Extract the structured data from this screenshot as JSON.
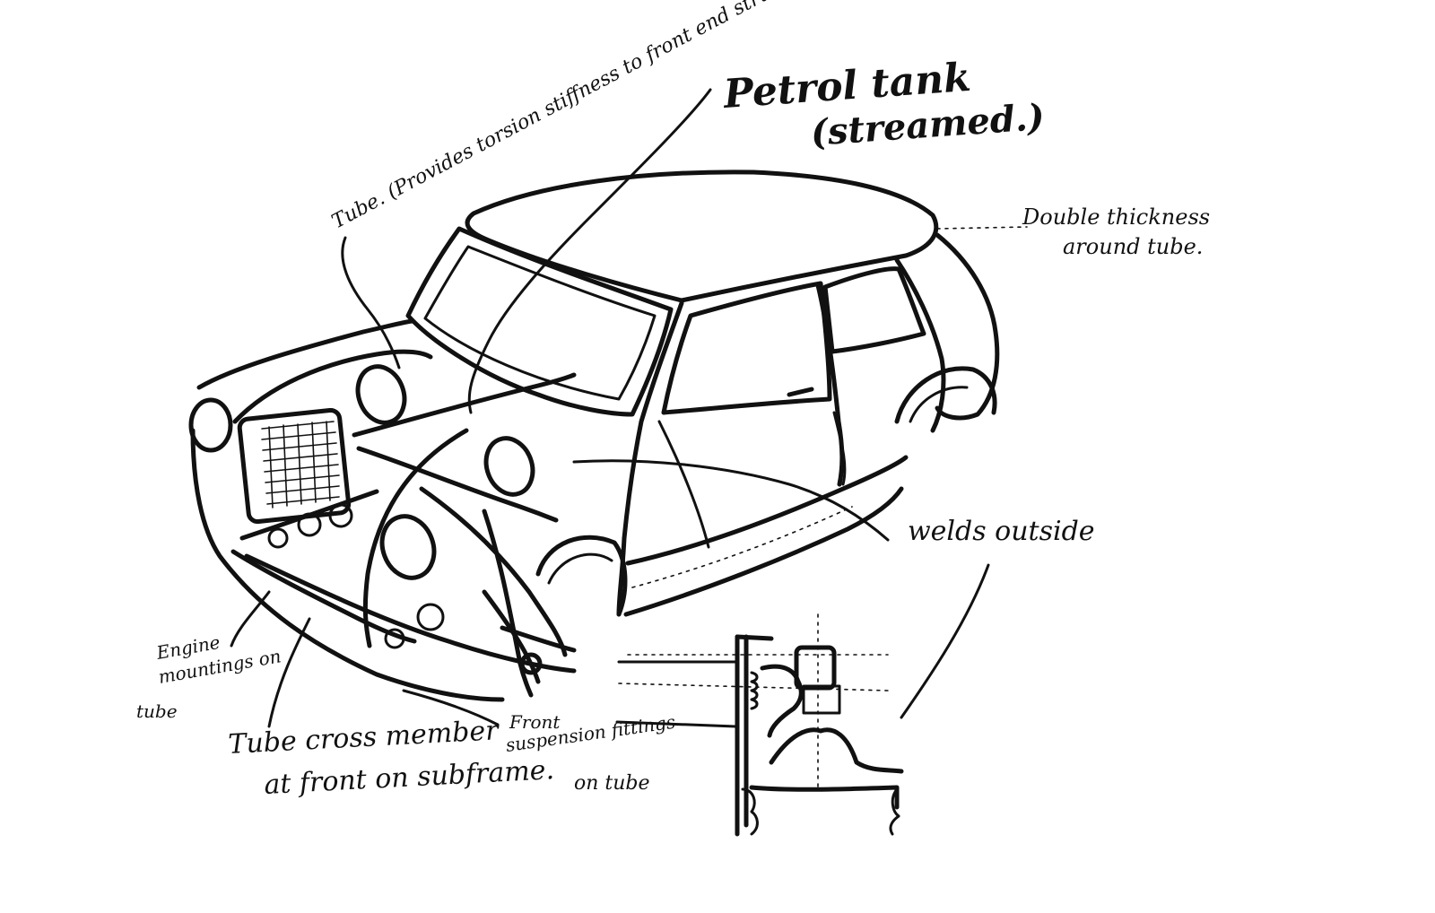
{
  "annotations": {
    "tube_top": "Tube. (Provides torsion stiffness to front end structure).",
    "petrol_tank_line1": "Petrol tank",
    "petrol_tank_line2": "(streamed.)",
    "double_thickness_line1": "Double thickness",
    "double_thickness_line2": "around tube.",
    "welds_outside": "welds outside",
    "engine_mounting_line1": "Engine",
    "engine_mounting_line2": "mountings on",
    "engine_mounting_line3": "tube",
    "tube_cross_member_line1": "Tube cross member",
    "tube_cross_member_line2": "at front on subframe.",
    "front_suspension_line1": "Front",
    "front_suspension_line2": "suspension fittings",
    "front_suspension_line3": "on tube"
  },
  "colors": {
    "ink": "#111111",
    "paper": "#ffffff"
  }
}
